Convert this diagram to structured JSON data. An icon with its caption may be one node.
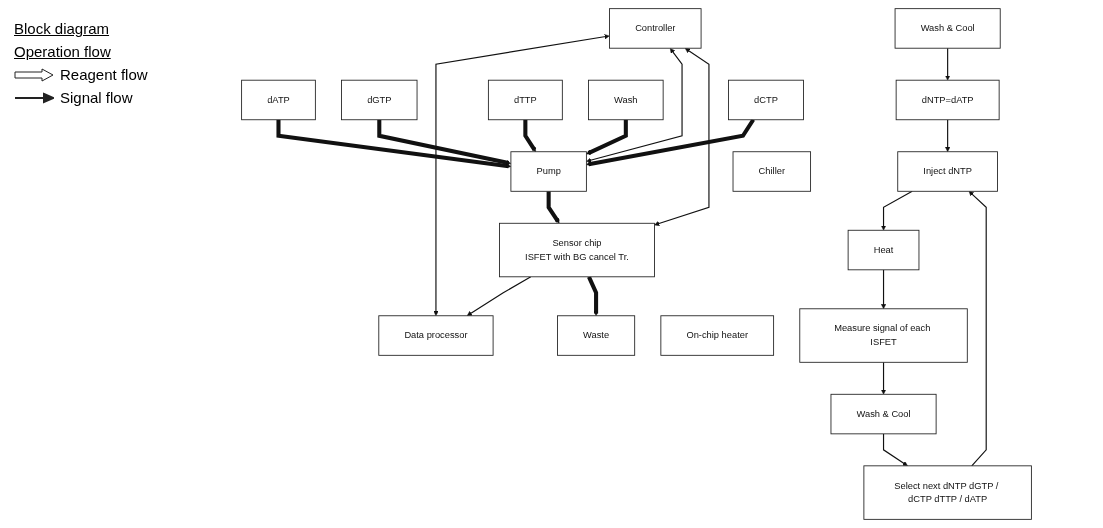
{
  "diagram": {
    "nodes": [
      {
        "text": [
          "Controller"
        ]
      },
      {
        "text": [
          "Data processor"
        ]
      },
      {
        "text": [
          "Pump"
        ]
      },
      {
        "text": [
          "Sensor chip",
          "ISFET with BG cancel Tr."
        ]
      },
      {
        "text": [
          "Waste"
        ]
      },
      {
        "text": [
          "dATP"
        ]
      },
      {
        "text": [
          "dGTP"
        ]
      },
      {
        "text": [
          "dCTP"
        ]
      },
      {
        "text": [
          "dTTP"
        ]
      },
      {
        "text": [
          "Wash"
        ]
      },
      {
        "text": [
          "Chiller"
        ]
      },
      {
        "text": [
          "On-chip heater"
        ]
      },
      {
        "text": [
          "Wash & Cool"
        ]
      },
      {
        "text": [
          "dNTP=dATP"
        ]
      },
      {
        "text": [
          "Inject dNTP"
        ]
      },
      {
        "text": [
          "Heat"
        ]
      },
      {
        "text": [
          "Measure signal of each ISFET"
        ]
      },
      {
        "text": [
          "Wash & Cool"
        ]
      },
      {
        "text": [
          "Select next dNTP dGTP / dCTP dTTP / dATP"
        ]
      }
    ],
    "edges": [
      {
        "from": 0,
        "to": 1,
        "arrow": "both"
      },
      {
        "from": 0,
        "to": 2,
        "arrow": "both"
      },
      {
        "from": 0,
        "to": 3,
        "arrow": "both"
      },
      {
        "from": 3,
        "to": 1,
        "arrow": "to"
      },
      {
        "from": 2,
        "to": 3,
        "arrow": "to",
        "style": "thick"
      },
      {
        "from": 3,
        "to": 4,
        "arrow": "to",
        "style": "thick"
      },
      {
        "from": 5,
        "to": 2,
        "arrow": "to",
        "style": "thick"
      },
      {
        "from": 6,
        "to": 2,
        "arrow": "to",
        "style": "thick"
      },
      {
        "from": 7,
        "to": 2,
        "arrow": "to",
        "style": "thick"
      },
      {
        "from": 8,
        "to": 2,
        "arrow": "to",
        "style": "thick"
      },
      {
        "from": 9,
        "to": 2,
        "arrow": "to",
        "style": "thick"
      },
      {
        "from": 12,
        "to": 13,
        "arrow": "to"
      },
      {
        "from": 13,
        "to": 14,
        "arrow": "to"
      },
      {
        "from": 14,
        "to": 15,
        "arrow": "to"
      },
      {
        "from": 15,
        "to": 16,
        "arrow": "to"
      },
      {
        "from": 16,
        "to": 17,
        "arrow": "to"
      },
      {
        "from": 17,
        "to": 18,
        "arrow": "to"
      },
      {
        "from": 18,
        "to": 14,
        "arrow": "to"
      }
    ],
    "labels": [
      "Block diagram",
      "Operation flow"
    ],
    "legend": [
      {
        "text": "Reagent flow"
      },
      {
        "text": "Signal flow"
      }
    ]
  }
}
